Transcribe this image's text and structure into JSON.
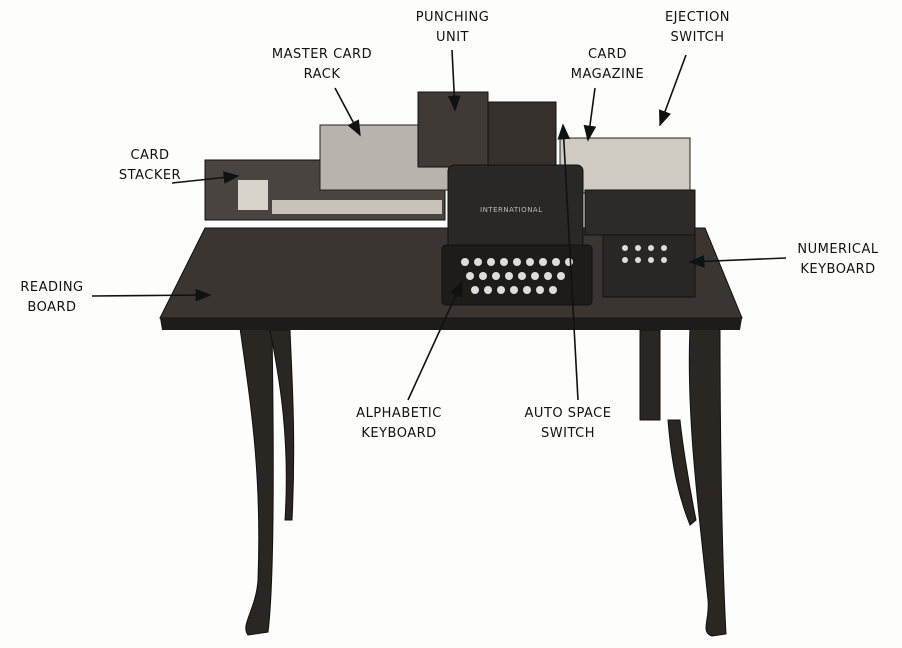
{
  "labels": {
    "punching_unit": [
      "PUNCHING",
      "UNIT"
    ],
    "master_card_rack": [
      "MASTER CARD",
      "RACK"
    ],
    "card_stacker": [
      "CARD",
      "STACKER"
    ],
    "ejection_switch": [
      "EJECTION",
      "SWITCH"
    ],
    "card_magazine": [
      "CARD",
      "MAGAZINE"
    ],
    "numerical_keyboard": [
      "NUMERICAL",
      "KEYBOARD"
    ],
    "reading_board": [
      "READING",
      "BOARD"
    ],
    "alphabetic_keyboard": [
      "ALPHABETIC",
      "KEYBOARD"
    ],
    "auto_space_switch": [
      "AUTO SPACE",
      "SWITCH"
    ]
  },
  "machine_nameplate": "INTERNATIONAL"
}
